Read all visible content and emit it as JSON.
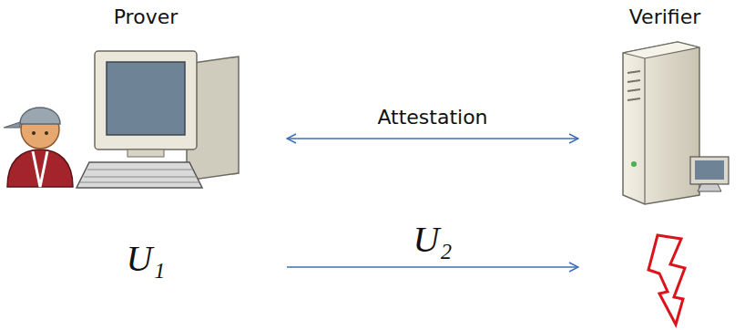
{
  "diagram": {
    "nodes": [
      {
        "text": [
          "Prover",
          "U₁"
        ]
      },
      {
        "text": [
          "Verifier"
        ]
      }
    ],
    "edges": [
      {
        "from": 0,
        "to": 1,
        "arrow": "both",
        "label": "Attestation"
      },
      {
        "from": 0,
        "to": 1,
        "arrow": "to",
        "label": "U₂"
      }
    ]
  }
}
